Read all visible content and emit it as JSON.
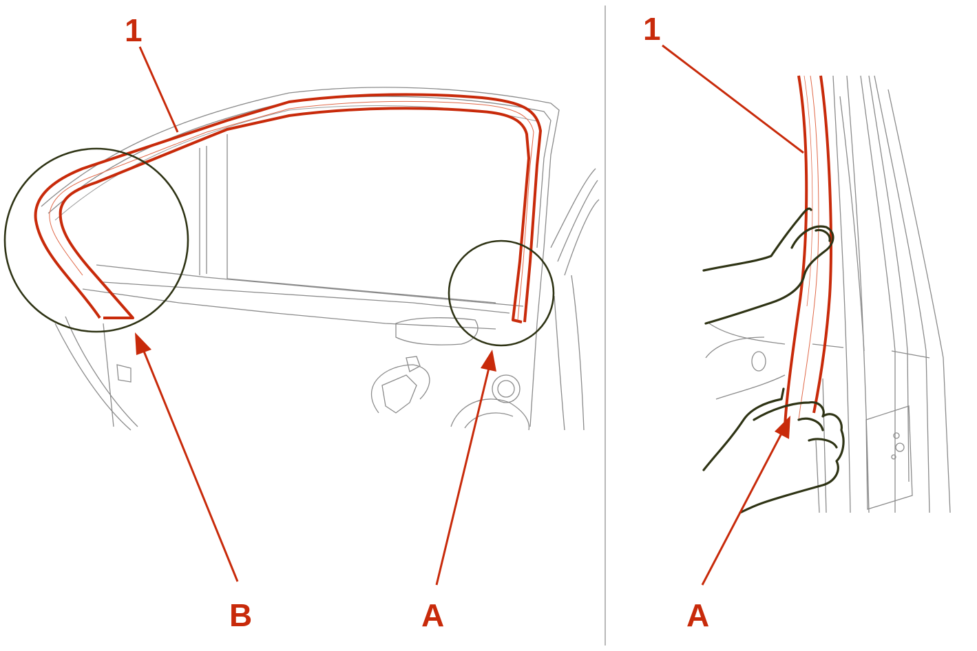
{
  "colors": {
    "accent": "#c82a0a",
    "label_number": "#c82a0a",
    "outline": "#8a8a8a",
    "callout_circle": "#2e3314",
    "divider": "#a0a0a0"
  },
  "labels": {
    "left_part_number": "1",
    "left_arrow_b": "B",
    "left_arrow_a": "A",
    "right_part_number": "1",
    "right_arrow_a": "A"
  }
}
